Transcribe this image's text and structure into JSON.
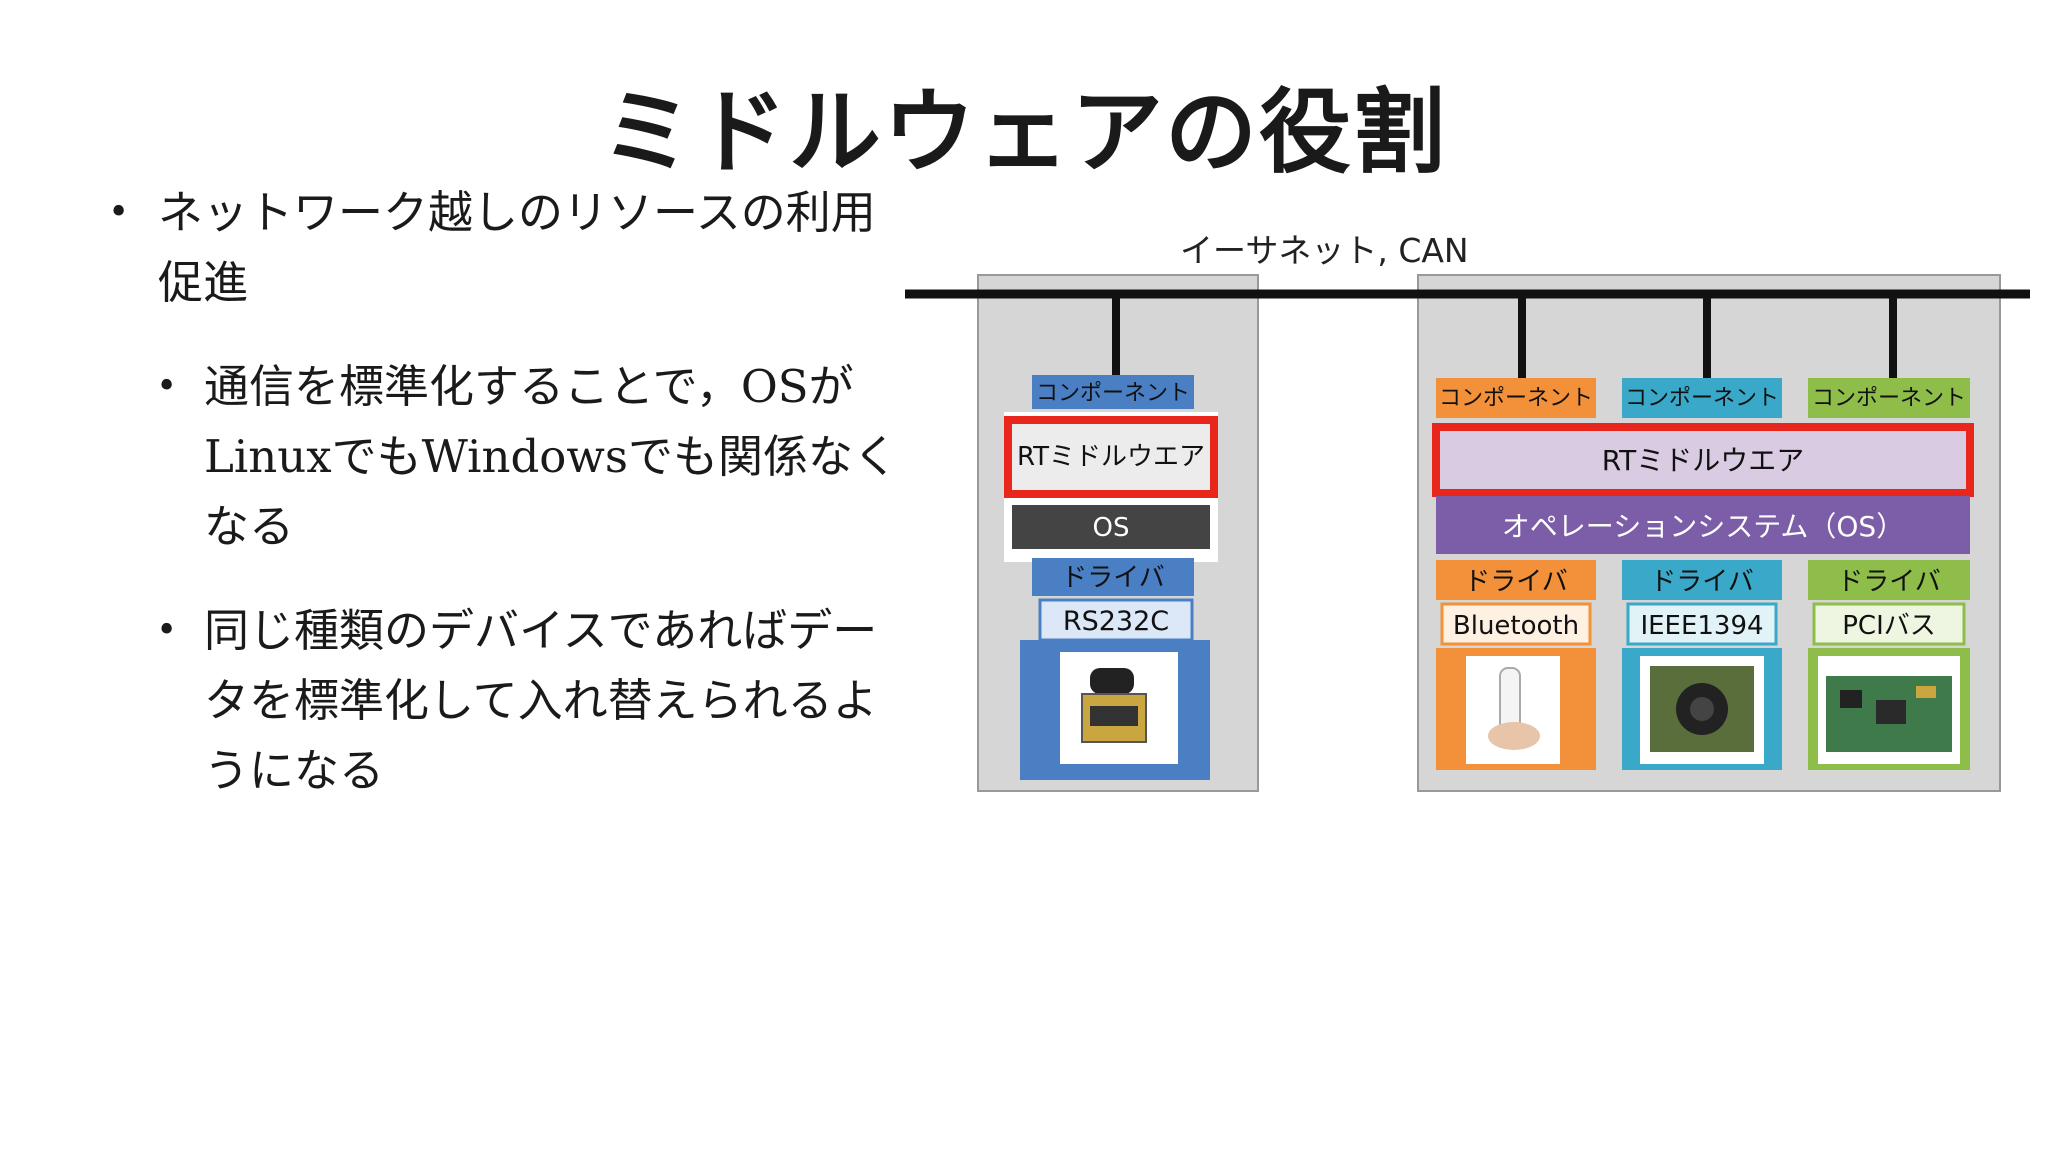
{
  "slide": {
    "title": "ミドルウェアの役割",
    "bullets": [
      "ネットワーク越しのリソースの利用促進",
      "通信を標準化することで，OSがLinuxでもWindowsでも関係なくなる",
      "同じ種類のデバイスであればデータを標準化して入れ替えられるようになる"
    ]
  },
  "diagram": {
    "network_label": "イーサネット,  CAN",
    "left_stack": {
      "component": "コンポーネント",
      "middleware": "RTミドルウエア",
      "os": "OS",
      "driver": "ドライバ",
      "interface": "RS232C",
      "device_icon": "laser-range-finder-icon"
    },
    "right_stack": {
      "components": [
        "コンポーネント",
        "コンポーネント",
        "コンポーネント"
      ],
      "middleware": "RTミドルウエア",
      "os": "オペレーションシステム（OS）",
      "drivers": [
        "ドライバ",
        "ドライバ",
        "ドライバ"
      ],
      "interfaces": [
        "Bluetooth",
        "IEEE1394",
        "PCIバス"
      ],
      "device_icons": [
        "wii-remote-icon",
        "camera-board-icon",
        "pci-board-icon"
      ]
    },
    "colors": {
      "highlight": "#e8261c",
      "blue": "#4a7fc4",
      "orange": "#f2913a",
      "teal": "#3aa8c9",
      "green": "#8fbd4a",
      "purple": "#7b5ea7",
      "lavender": "#d9cbe2"
    }
  }
}
